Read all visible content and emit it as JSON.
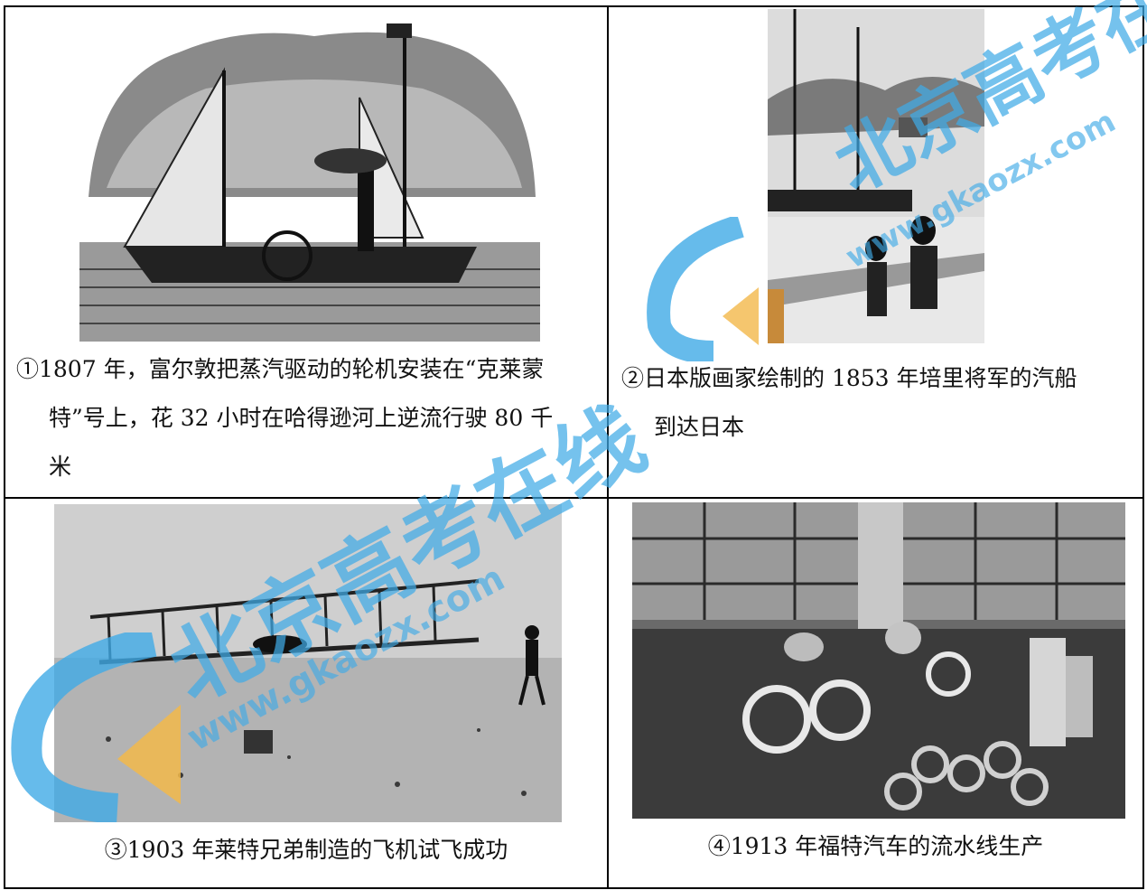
{
  "cells": [
    {
      "caption_line1": "①1807 年，富尔敦把蒸汽驱动的轮机安装在“克莱蒙",
      "caption_line2": "特”号上，花 32 小时在哈得逊河上逆流行驶 80 千",
      "caption_line3": "米"
    },
    {
      "caption_line1": "②日本版画家绘制的 1853 年培里将军的汽船",
      "caption_line2": "到达日本"
    },
    {
      "caption_line1": "③1903 年莱特兄弟制造的飞机试飞成功"
    },
    {
      "caption_line1": "④1913 年福特汽车的流水线生产"
    }
  ],
  "watermarks": [
    {
      "text": "北京高考在线",
      "url": "www.gkaozx.com"
    },
    {
      "text": "北京高考在线",
      "url": "www.gkaozx.com"
    }
  ],
  "colors": {
    "watermark": "#40aae6",
    "watermark_orange": "#f2b84a"
  }
}
